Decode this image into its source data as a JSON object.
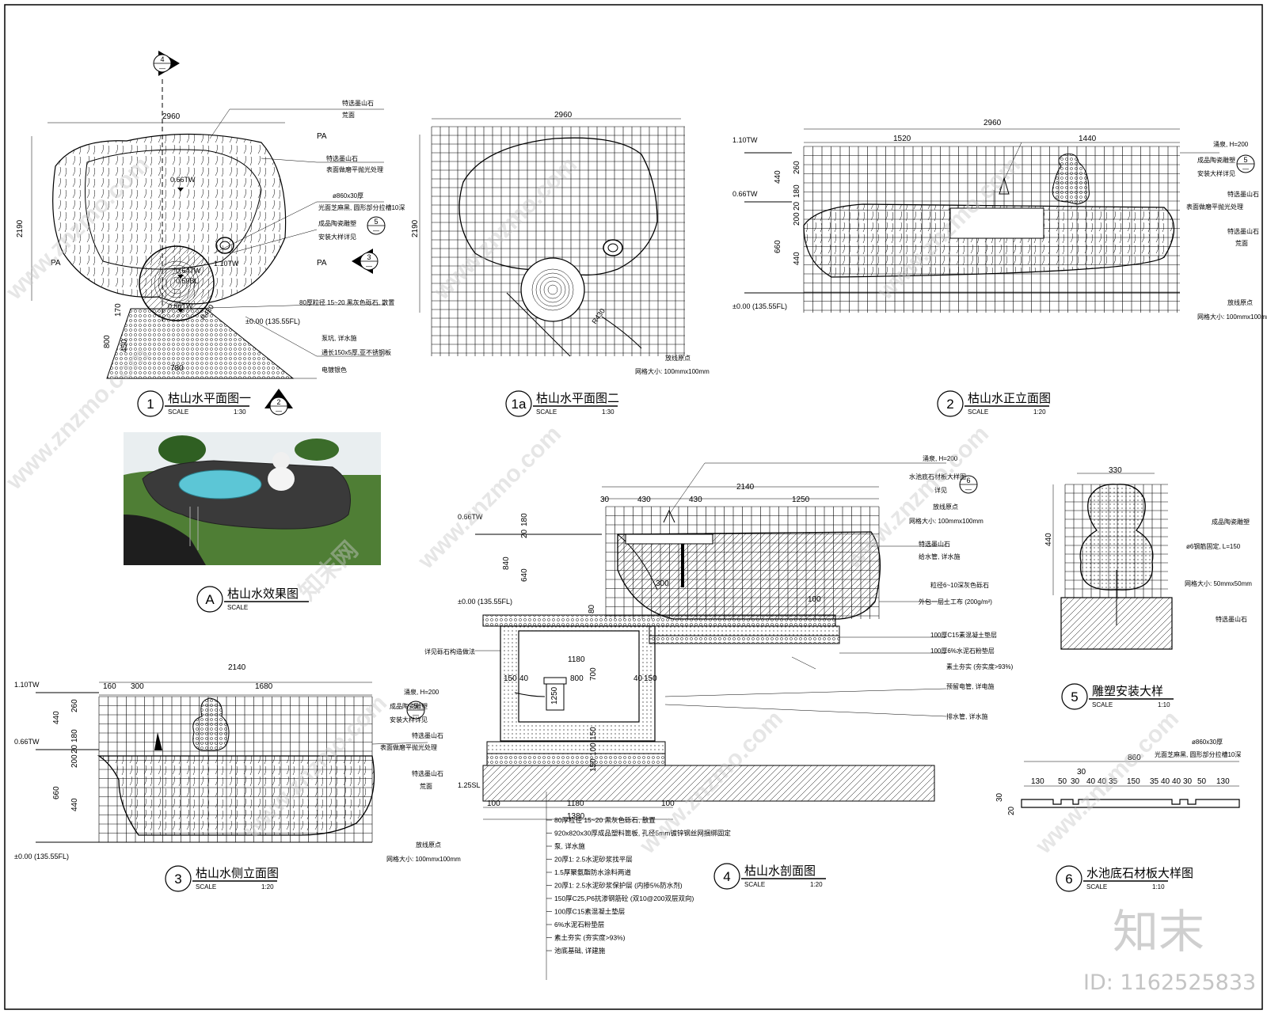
{
  "views": {
    "v1": {
      "num": "1",
      "title": "枯山水平面图一",
      "scale_label": "SCALE",
      "scale": "1:30"
    },
    "v1a": {
      "num": "1a",
      "title": "枯山水平面图二",
      "scale_label": "SCALE",
      "scale": "1:30"
    },
    "v2": {
      "num": "2",
      "title": "枯山水正立面图",
      "scale_label": "SCALE",
      "scale": "1:20"
    },
    "vA": {
      "num": "A",
      "title": "枯山水效果图",
      "scale_label": "SCALE",
      "scale": ""
    },
    "v3": {
      "num": "3",
      "title": "枯山水侧立面图",
      "scale_label": "SCALE",
      "scale": "1:20"
    },
    "v4": {
      "num": "4",
      "title": "枯山水剖面图",
      "scale_label": "SCALE",
      "scale": "1:20"
    },
    "v5": {
      "num": "5",
      "title": "雕塑安装大样",
      "scale_label": "SCALE",
      "scale": "1:10"
    },
    "v6": {
      "num": "6",
      "title": "水池底石材板大样图",
      "scale_label": "SCALE",
      "scale": "1:10"
    }
  },
  "callouts": {
    "c4top": {
      "num": "4",
      "sheet": "—"
    },
    "c3": {
      "num": "3",
      "sheet": "—"
    },
    "c2": {
      "num": "2",
      "sheet": "—"
    },
    "c5a": {
      "num": "5",
      "sheet": "—"
    },
    "c5b": {
      "num": "5",
      "sheet": "—"
    },
    "c5c": {
      "num": "5",
      "sheet": "—"
    },
    "c6": {
      "num": "6",
      "sheet": "—"
    }
  },
  "v1_text": {
    "dim_w": "2960",
    "dim_h": "2190",
    "dim_170": "170",
    "dim_800": "800",
    "dim_780": "780",
    "dim_450": "450",
    "r430": "R430",
    "pa1": "PA",
    "pa2": "PA",
    "pa3": "PA",
    "lv_066": "0.66TW",
    "lv_064": "0.64TW",
    "lv_059": "0.59BL",
    "lv_110": "1.10TW",
    "lv_056": "0.56TW",
    "lv_000": "±0.00 (135.55FL)",
    "n1": "特选墨山石",
    "n2": "荒面",
    "n3": "特选墨山石",
    "n4": "表面做磨平抛光处理",
    "n5": "ø860x30厚",
    "n6": "光面芝麻黑, 圆形部分拉槽10深",
    "n7": "成品陶瓷雕塑",
    "n8": "安装大样详见",
    "n9": "80厚粒径 15~20 黑灰色砾石, 散置",
    "n10": "泵坑, 详水施",
    "n11": "通长150x5厚,亚不锈钢板",
    "n12": "电镀银色"
  },
  "v1a_text": {
    "dim_w": "2960",
    "dim_h": "2190",
    "r430": "R430",
    "n1": "放线原点",
    "n2": "网格大小: 100mmx100mm"
  },
  "v2_text": {
    "dim_w": "2960",
    "d1520": "1520",
    "d1440": "1440",
    "d260": "260",
    "d440": "440",
    "d180": "180",
    "d20": "20",
    "d200": "200",
    "d660": "660",
    "d440b": "440",
    "lv_110": "1.10TW",
    "lv_066": "0.66TW",
    "lv_000": "±0.00 (135.55FL)",
    "n1": "涌泉, H=200",
    "n2": "成品陶瓷雕塑",
    "n3": "安装大样详见",
    "n4": "特选墨山石",
    "n5": "表面做磨平抛光处理",
    "n6": "特选墨山石",
    "n7": "荒面",
    "n8": "放线原点",
    "n9": "网格大小: 100mmx100mm"
  },
  "v3_text": {
    "d2140": "2140",
    "d160": "160",
    "d300": "300",
    "d1680": "1680",
    "d260": "260",
    "d440": "440",
    "d180": "180",
    "d20": "20",
    "d200": "200",
    "d660": "660",
    "d440b": "440",
    "lv_110": "1.10TW",
    "lv_066": "0.66TW",
    "lv_000": "±0.00 (135.55FL)",
    "n1": "涌泉, H=200",
    "n2": "成品陶瓷雕塑",
    "n3": "安装大样详见",
    "n4": "特选墨山石",
    "n5": "表面做磨平抛光处理",
    "n6": "特选墨山石",
    "n7": "荒面",
    "n8": "放线原点",
    "n9": "网格大小: 100mmx100mm"
  },
  "v4_text": {
    "d30": "30",
    "d430a": "430",
    "d430b": "430",
    "d2140": "2140",
    "d1250": "1250",
    "d180": "180",
    "d20": "20",
    "d840": "840",
    "d640": "640",
    "d300": "300",
    "d100": "100",
    "d80": "80",
    "d1180": "1180",
    "d150a": "150",
    "d40a": "40",
    "d800": "800",
    "d40b": "40",
    "d150b": "150",
    "d700": "700",
    "d1250v": "1250",
    "d150c": "150",
    "d100b": "100",
    "d150d": "150",
    "d100c": "100",
    "d1180b": "1180",
    "d100d": "100",
    "d1380": "1380",
    "lv_066": "0.66TW",
    "lv_000": "±0.00 (135.55FL)",
    "lv_125": "1.25SL",
    "n1": "涌泉, H=200",
    "n2": "水池底石材板大样图",
    "n3": "详见",
    "n4": "放线原点",
    "n5": "网格大小: 100mmx100mm",
    "n6": "特选墨山石",
    "n7": "给水管, 详水施",
    "n8": "粒径6~10深灰色砾石",
    "n9": "外包一层土工布 (200g/m²)",
    "n10": "100厚C15素混凝土垫层",
    "n11": "100厚6%水泥石粉垫层",
    "n12": "素土夯实 (夯实度>93%)",
    "n13": "预留电管, 详电施",
    "n14": "排水管, 详水施",
    "n15": "详见砾石构造做法",
    "list": [
      "80厚粒径 15~20 黑灰色砾石, 散置",
      "920x820x30厚成品塑料篦板, 孔径5mm镀锌钢丝网捆绑固定",
      "泵, 详水施",
      "20厚1: 2.5水泥砂浆找平层",
      "1.5厚聚氨酯防水涂料两道",
      "20厚1: 2.5水泥砂浆保护层 (内掺5%防水剂)",
      "150厚C25,P6抗渗钢筋砼 (双10@200双层双向)",
      "100厚C15素混凝土垫层",
      "6%水泥石粉垫层",
      "素土夯实 (夯实度>93%)",
      "池底基础, 详建施"
    ]
  },
  "v5_text": {
    "d330": "330",
    "d440": "440",
    "n1": "成品陶瓷雕塑",
    "n2": "ø6钢筋固定, L=150",
    "n3": "网格大小: 50mmx50mm",
    "n4": "特选墨山石"
  },
  "v6_text": {
    "d860": "860",
    "d30": "30",
    "d130a": "130",
    "d50a": "50",
    "d30b": "30",
    "d40a": "40",
    "d40b": "40",
    "d35a": "35",
    "d150": "150",
    "d35b": "35",
    "d40c": "40",
    "d40d": "40",
    "d30c": "30",
    "d50b": "50",
    "d130b": "130",
    "dv30": "30",
    "dv20": "20",
    "n1": "ø860x30厚",
    "n2": "光面芝麻黑, 圆形部分拉槽10深"
  },
  "watermark": {
    "main": "知末",
    "id": "ID: 1162525833",
    "url": "www.znzmo.com",
    "brand": "知末网"
  }
}
